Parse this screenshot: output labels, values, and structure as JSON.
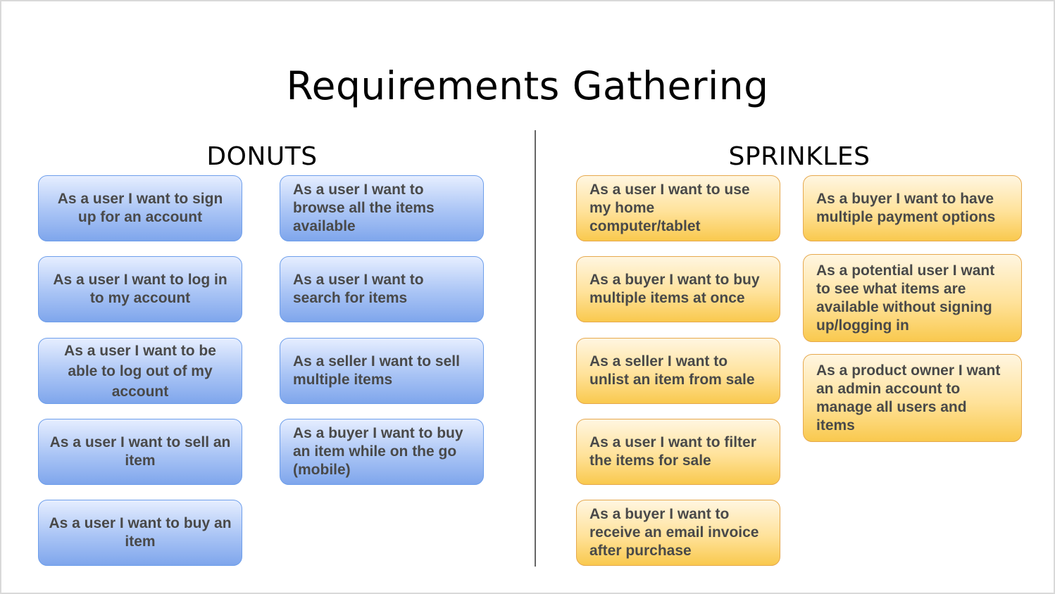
{
  "title": "Requirements Gathering",
  "donuts": {
    "header": "DONUTS",
    "cards": [
      "As a user I want to sign up for an account",
      "As a user I want to log in to my account",
      "As a user I want to be able to log out of my account",
      "As a user I want to sell an item",
      "As a user I want to buy an item",
      "As a user I want to browse all the items available",
      "As a user I want to search for items",
      "As a seller I want to sell multiple items",
      "As a buyer I want to buy an item while on the go (mobile)"
    ]
  },
  "sprinkles": {
    "header": "SPRINKLES",
    "cards": [
      "As a user I want to use my home computer/tablet",
      "As a buyer I want to buy multiple items at once",
      "As a seller I want to unlist an item from sale",
      "As a user I want to filter the items for sale",
      "As a buyer I want to receive an email invoice after purchase",
      "As a buyer I want to have multiple payment options",
      "As a potential user I want to see what items are available without signing up/logging in",
      "As a product owner I want an admin account to manage all users and items"
    ]
  },
  "colors": {
    "donut_fill": "#a9c4f5",
    "donut_border": "#6d9eeb",
    "sprinkle_fill": "#ffe29a",
    "sprinkle_border": "#e6a84d",
    "card_text": "#494949"
  }
}
